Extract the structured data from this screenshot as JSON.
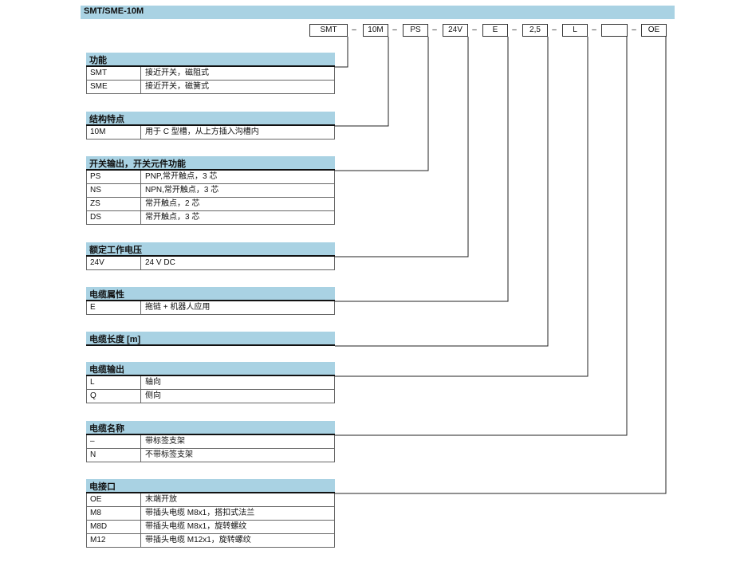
{
  "title": "SMT/SME-10M",
  "code": [
    "SMT",
    "10M",
    "PS",
    "24V",
    "E",
    "2,5",
    "L",
    "",
    "OE"
  ],
  "dash": "–",
  "sections": [
    {
      "head": "功能",
      "rows": [
        [
          "SMT",
          "接近开关，磁阻式"
        ],
        [
          "SME",
          "接近开关，磁簧式"
        ]
      ]
    },
    {
      "head": "结构特点",
      "rows": [
        [
          "10M",
          "用于 C 型槽，从上方插入沟槽内"
        ]
      ]
    },
    {
      "head": "开关输出，开关元件功能",
      "rows": [
        [
          "PS",
          "PNP,常开触点，3 芯"
        ],
        [
          "NS",
          "NPN,常开触点，3 芯"
        ],
        [
          "ZS",
          "常开触点，2 芯"
        ],
        [
          "DS",
          "常开触点，3 芯"
        ]
      ]
    },
    {
      "head": "额定工作电压",
      "rows": [
        [
          "24V",
          "24 V DC"
        ]
      ]
    },
    {
      "head": "电缆属性",
      "rows": [
        [
          "E",
          "拖链 + 机器人应用"
        ]
      ]
    },
    {
      "head": "电缆长度 [m]",
      "rows": []
    },
    {
      "head": "电缆输出",
      "rows": [
        [
          "L",
          "轴向"
        ],
        [
          "Q",
          "侧向"
        ]
      ]
    },
    {
      "head": "电缆名称",
      "rows": [
        [
          "–",
          "带标签支架"
        ],
        [
          "N",
          "不带标签支架"
        ]
      ]
    },
    {
      "head": "电接口",
      "rows": [
        [
          "OE",
          "末端开放"
        ],
        [
          "M8",
          "带插头电缆 M8x1，搭扣式法兰"
        ],
        [
          "M8D",
          "带插头电缆 M8x1，旋转螺纹"
        ],
        [
          "M12",
          "带插头电缆 M12x1，旋转螺纹"
        ]
      ]
    }
  ]
}
